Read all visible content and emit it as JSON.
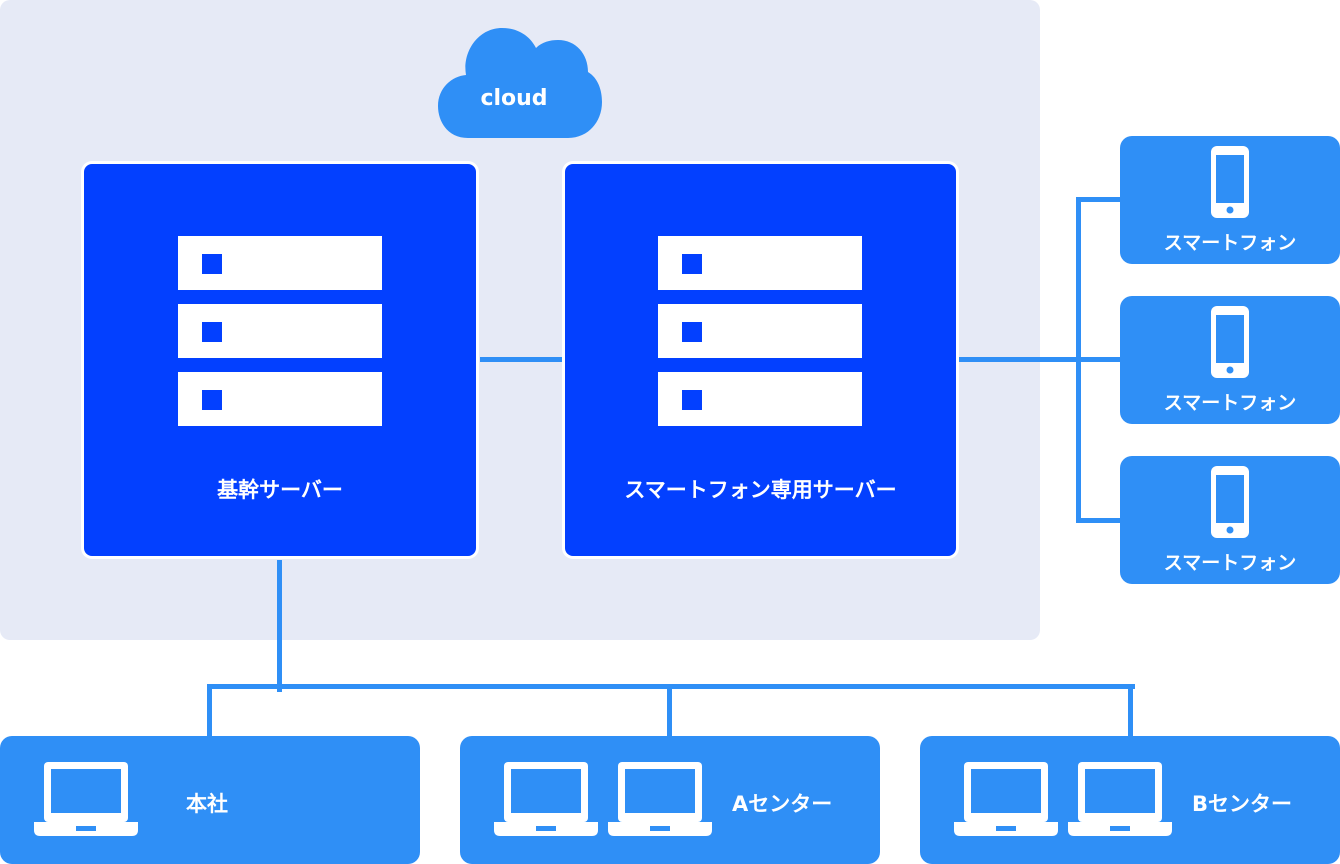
{
  "cloud": {
    "label": "cloud"
  },
  "servers": [
    {
      "label": "基幹サーバー",
      "units": 3
    },
    {
      "label": "スマートフォン専用サーバー",
      "units": 3
    }
  ],
  "smartphones": [
    {
      "label": "スマートフォン"
    },
    {
      "label": "スマートフォン"
    },
    {
      "label": "スマートフォン"
    }
  ],
  "sites": [
    {
      "label": "本社",
      "laptops": 1
    },
    {
      "label": "Aセンター",
      "laptops": 2
    },
    {
      "label": "Bセンター",
      "laptops": 2
    }
  ],
  "colors": {
    "cloud_bg": "#e6eaf6",
    "server_blue": "#0340ff",
    "device_blue": "#2f8ff6",
    "line_blue": "#2f8ff6"
  }
}
